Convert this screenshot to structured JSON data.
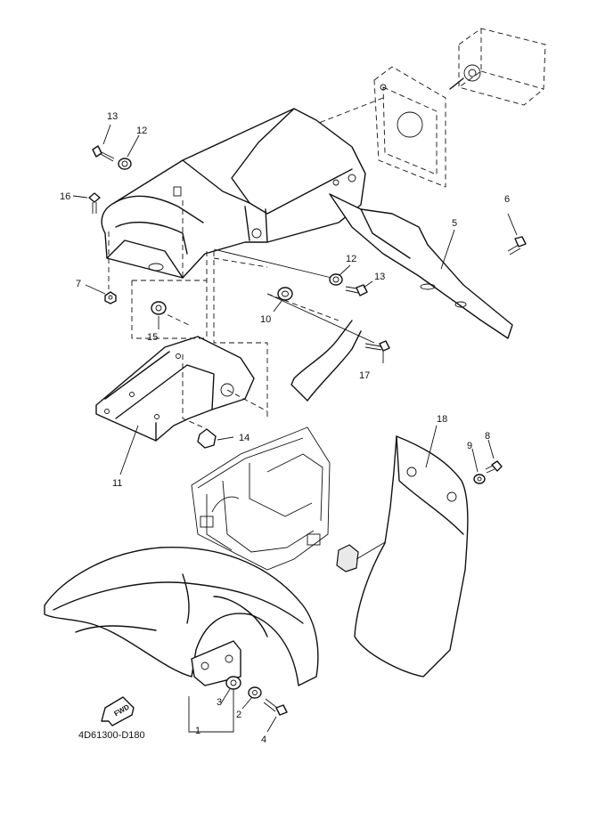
{
  "diagram": {
    "code": "4D61300-D180",
    "fwd_label": "FWD",
    "callouts": {
      "c1": "1",
      "c2": "2",
      "c3": "3",
      "c4": "4",
      "c5": "5",
      "c6": "6",
      "c7": "7",
      "c8": "8",
      "c9": "9",
      "c10": "10",
      "c11": "11",
      "c12a": "12",
      "c12b": "12",
      "c13a": "13",
      "c13b": "13",
      "c14": "14",
      "c15": "15",
      "c16": "16",
      "c17": "17",
      "c18": "18"
    }
  }
}
